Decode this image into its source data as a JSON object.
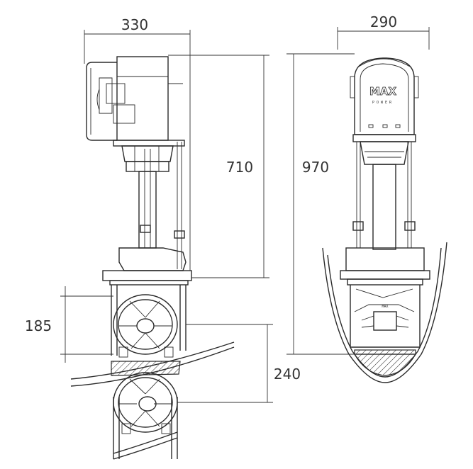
{
  "dimensions": {
    "side_width": "330",
    "side_height": "710",
    "tunnel_spacing": "185",
    "lower_spacing": "240",
    "front_width": "290",
    "front_height": "970"
  },
  "logo": {
    "brand": "MAX",
    "sub": "POWER"
  },
  "colors": {
    "line": "#2b2b2b",
    "background": "#ffffff"
  }
}
